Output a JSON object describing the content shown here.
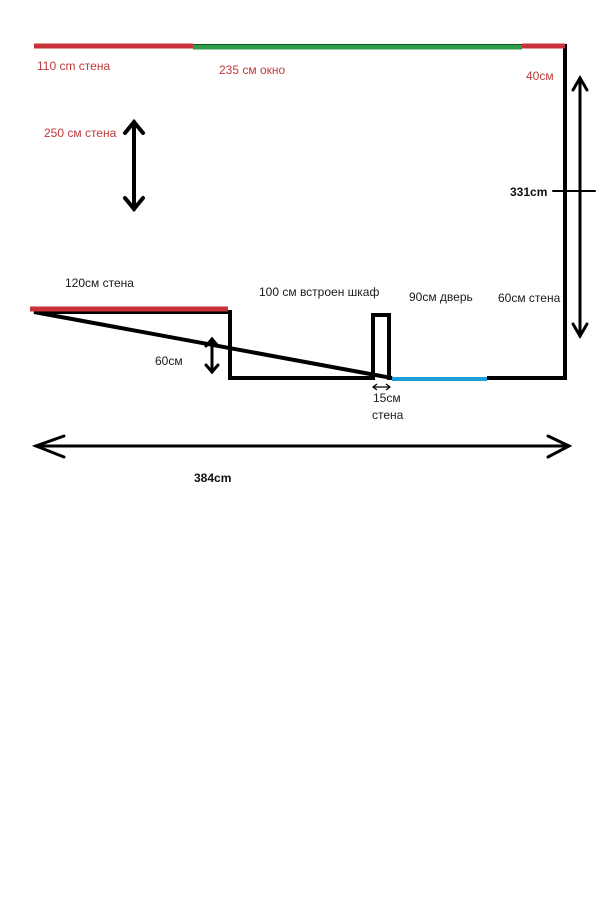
{
  "diagram": {
    "labels": {
      "wall_110": "110 cm стена",
      "window_235": "235 см окно",
      "wall_40": "40см",
      "wall_250": "250 см стена",
      "height_331": "331cm",
      "wall_120": "120см стена",
      "closet_100": "100 см встроен шкаф",
      "door_90": "90см дверь",
      "wall_60_right": "60см стена",
      "step_60": "60см",
      "wall_15_a": "15см",
      "wall_15_b": "стена",
      "width_384": "384cm"
    },
    "colors": {
      "wall": "#000000",
      "red_wall": "#c8323a",
      "window": "#2e9e48",
      "door": "#1aa0d6",
      "label_red": "#c0393b"
    }
  }
}
